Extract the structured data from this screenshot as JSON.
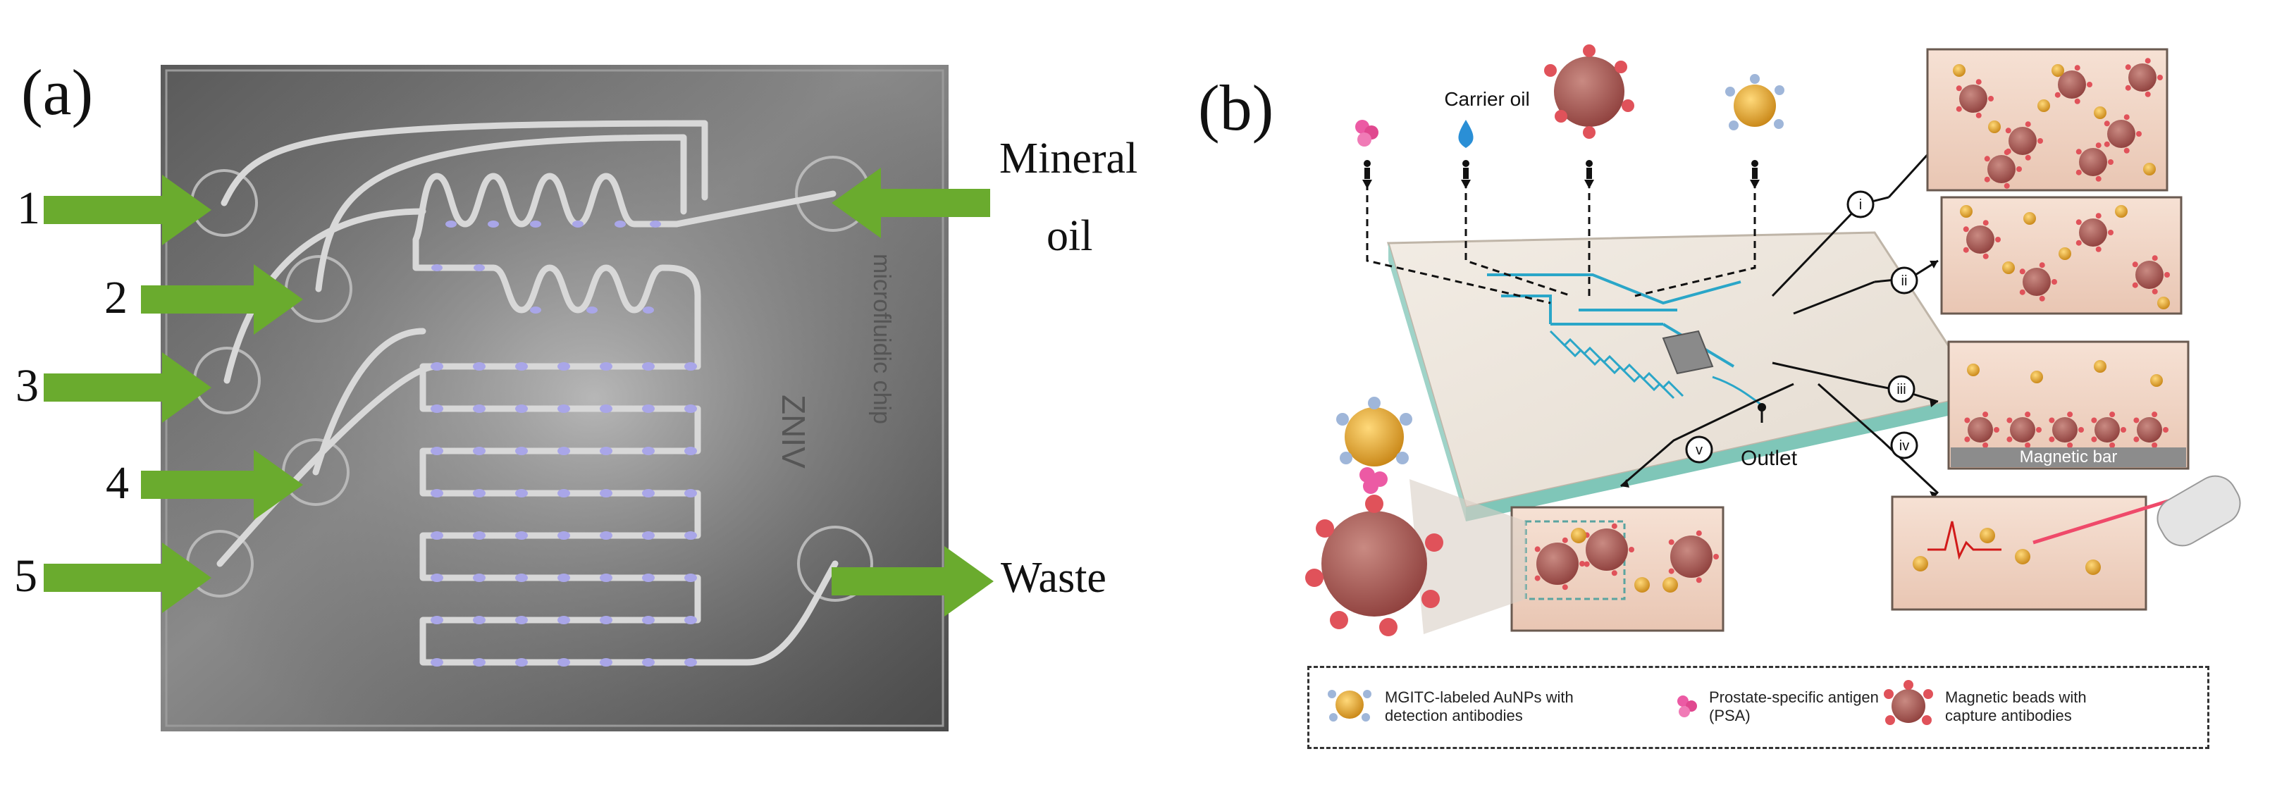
{
  "panel_a": {
    "label": "(a)",
    "inlets": [
      "1",
      "2",
      "3",
      "4",
      "5"
    ],
    "mineral_oil_line1": "Mineral",
    "mineral_oil_line2": "oil",
    "waste": "Waste",
    "chip_engraving": "ZNIV",
    "chip_engraving2": "microfluidic chip",
    "colors": {
      "arrow": "#6aab2e",
      "droplet": "#a9a6e8",
      "chip": "#6e6e6e"
    }
  },
  "panel_b": {
    "label": "(b)",
    "carrier_oil": "Carrier oil",
    "outlet": "Outlet",
    "magnetic_bar": "Magnetic bar",
    "callouts": [
      "i",
      "ii",
      "iii",
      "iv",
      "v"
    ],
    "legend": {
      "item1_line1": "MGITC-labeled AuNPs with",
      "item1_line2": "detection antibodies",
      "item2_line1": "Prostate-specific antigen",
      "item2_line2": "(PSA)",
      "item3_line1": "Magnetic beads with",
      "item3_line2": "capture antibodies"
    },
    "colors": {
      "bead": "#b25a55",
      "antibody": "#e0525a",
      "gold": "#e5a32a",
      "channel": "#2aa6c8",
      "chamber": "#f3d6c6"
    }
  }
}
